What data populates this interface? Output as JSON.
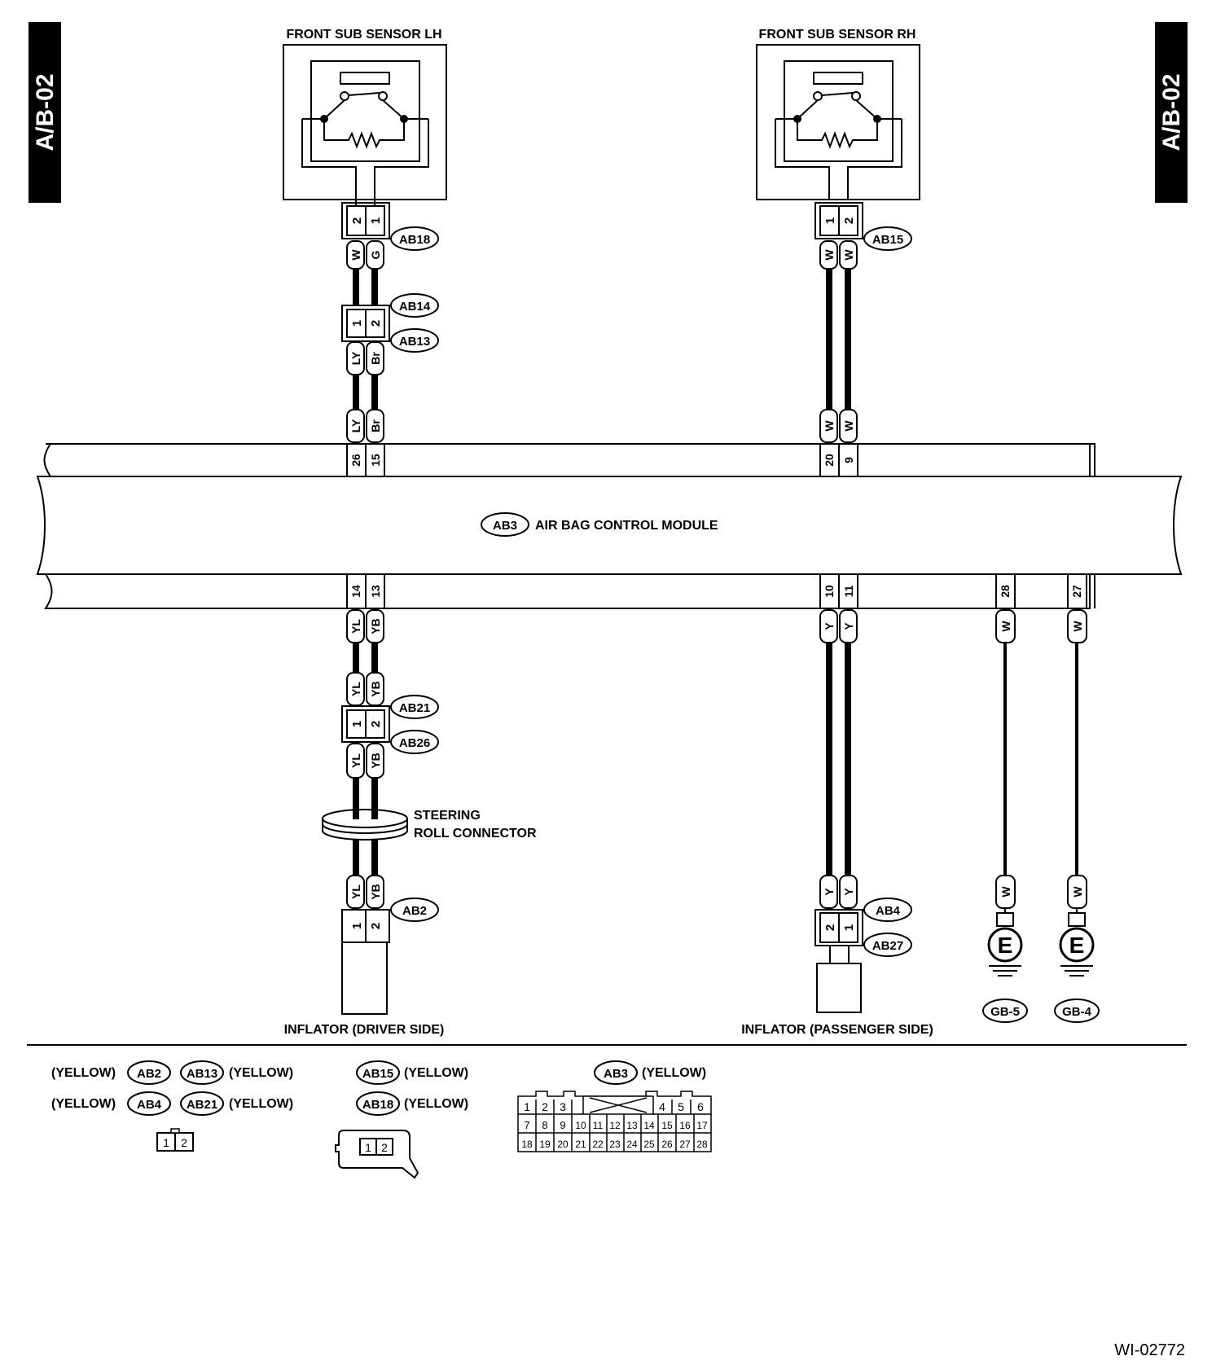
{
  "side_tab": "A/B-02",
  "figure_id": "WI-02772",
  "sensor_lh": {
    "title": "FRONT SUB SENSOR LH",
    "pins": [
      "2",
      "1"
    ],
    "connector": "AB18",
    "wire_colors": [
      "W",
      "G"
    ]
  },
  "sensor_rh": {
    "title": "FRONT SUB SENSOR RH",
    "pins": [
      "1",
      "2"
    ],
    "connector": "AB15",
    "wire_colors": [
      "W",
      "W"
    ]
  },
  "lh_joint": {
    "connectors": [
      "AB14",
      "AB13"
    ],
    "pins": [
      "1",
      "2"
    ],
    "lower_colors": [
      "LY",
      "Br"
    ],
    "module_colors": [
      "LY",
      "Br"
    ]
  },
  "rh_module_colors": [
    "W",
    "W"
  ],
  "module": {
    "connector": "AB3",
    "name": "AIR BAG CONTROL MODULE",
    "top_pins": [
      "26",
      "15",
      "20",
      "9"
    ],
    "bottom_pins": [
      "14",
      "13",
      "10",
      "11",
      "28",
      "27"
    ]
  },
  "driver_branch": {
    "colors_top": [
      "YL",
      "YB"
    ],
    "colors_mid": [
      "YL",
      "YB"
    ],
    "joint_connectors": [
      "AB21",
      "AB26"
    ],
    "joint_pins": [
      "1",
      "2"
    ],
    "colors_after_joint": [
      "YL",
      "YB"
    ],
    "steering_label_1": "STEERING",
    "steering_label_2": "ROLL CONNECTOR",
    "colors_bottom": [
      "YL",
      "YB"
    ],
    "connector": "AB2",
    "pins": [
      "1",
      "2"
    ],
    "inflator_label": "INFLATOR (DRIVER SIDE)"
  },
  "passenger_branch": {
    "colors_top": [
      "Y",
      "Y"
    ],
    "colors_bottom": [
      "Y",
      "Y"
    ],
    "connectors": [
      "AB4",
      "AB27"
    ],
    "pins": [
      "2",
      "1"
    ],
    "inflator_label": "INFLATOR (PASSENGER SIDE)"
  },
  "grounds": [
    {
      "color_top": "W",
      "color_bottom": "W",
      "symbol": "E",
      "label": "GB-5"
    },
    {
      "color_top": "W",
      "color_bottom": "W",
      "symbol": "E",
      "label": "GB-4"
    }
  ],
  "legend": {
    "yellow": "(YELLOW)",
    "group1_row1": [
      "AB2",
      "AB13"
    ],
    "group1_row2": [
      "AB4",
      "AB21"
    ],
    "group1_pins": [
      "1",
      "2"
    ],
    "group2": [
      "AB15",
      "AB18"
    ],
    "group2_pins": [
      "1",
      "2"
    ],
    "group3": "AB3",
    "ab3_pins_row1_left": [
      "1",
      "2",
      "3"
    ],
    "ab3_pins_row1_right": [
      "4",
      "5",
      "6"
    ],
    "ab3_pins_row2": [
      "7",
      "8",
      "9",
      "10",
      "11",
      "12",
      "13",
      "14",
      "15",
      "16",
      "17"
    ],
    "ab3_pins_row3": [
      "18",
      "19",
      "20",
      "21",
      "22",
      "23",
      "24",
      "25",
      "26",
      "27",
      "28"
    ]
  }
}
